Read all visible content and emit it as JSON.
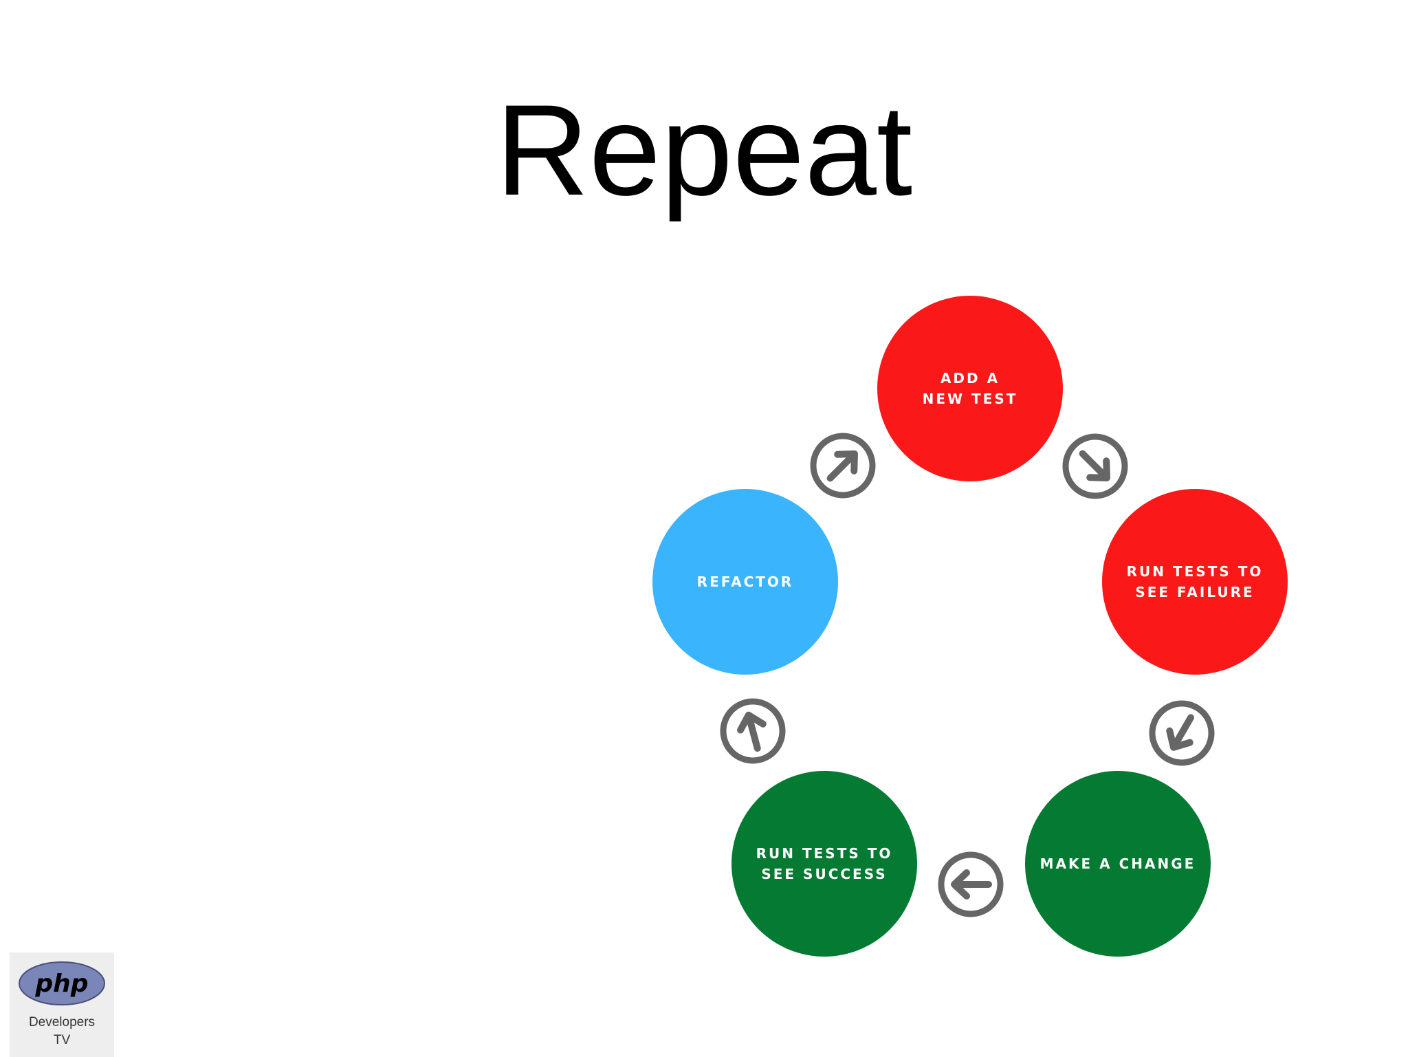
{
  "slide": {
    "title": "Repeat"
  },
  "cycle": {
    "steps": [
      {
        "id": "add-test",
        "label": "ADD A\nNEW TEST",
        "color": "#fa1818"
      },
      {
        "id": "run-failure",
        "label": "RUN TESTS TO\nSEE FAILURE",
        "color": "#fa1818"
      },
      {
        "id": "make-change",
        "label": "MAKE A CHANGE",
        "color": "#057a32"
      },
      {
        "id": "run-success",
        "label": "RUN TESTS TO\nSEE SUCCESS",
        "color": "#057a32"
      },
      {
        "id": "refactor",
        "label": "REFACTOR",
        "color": "#3ab4fc"
      }
    ],
    "arrow_color": "#666666"
  },
  "logo": {
    "brand": "php",
    "line1": "Developers",
    "line2": "TV",
    "badge_color": "#7a86b8"
  }
}
